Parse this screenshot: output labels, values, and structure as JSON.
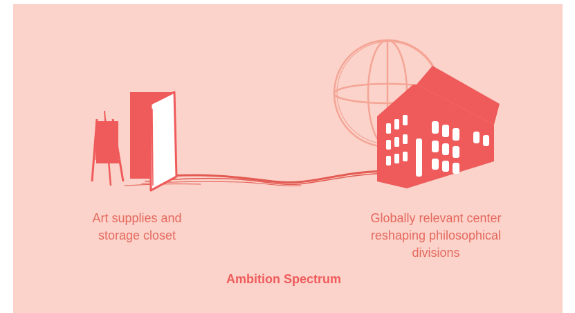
{
  "colors": {
    "background": "#fbd3ca",
    "accent": "#ef5b5b",
    "text": "#e5695f",
    "globe": "#f4a596"
  },
  "icons": {
    "left": [
      "easel-icon",
      "open-door-icon"
    ],
    "right": [
      "globe-icon",
      "building-icon"
    ],
    "connector": "wavy-path"
  },
  "spectrum": {
    "title": "Ambition Spectrum",
    "left_label": [
      "Art supplies and",
      "storage closet"
    ],
    "right_label": [
      "Globally relevant center",
      "reshaping philosophical",
      "divisions"
    ]
  }
}
